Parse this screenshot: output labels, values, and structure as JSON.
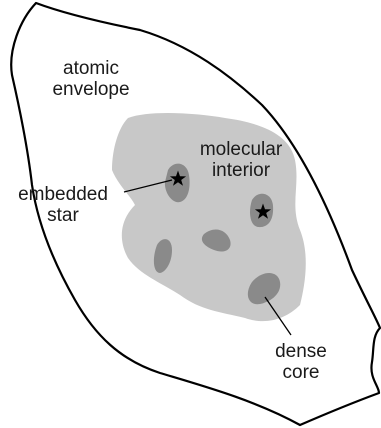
{
  "labels": {
    "atomic_envelope": [
      "atomic",
      "envelope"
    ],
    "molecular_interior": [
      "molecular",
      "interior"
    ],
    "embedded_star": [
      "embedded",
      "star"
    ],
    "dense_core": [
      "dense",
      "core"
    ]
  },
  "colors": {
    "envelope_fill": "#ffffff",
    "envelope_stroke": "#000000",
    "interior_fill": "#c8c8c8",
    "core_fill": "#8a8a8a",
    "star_fill": "#000000",
    "text": "#1a1a1a"
  },
  "icons": {
    "star": "star-icon"
  }
}
